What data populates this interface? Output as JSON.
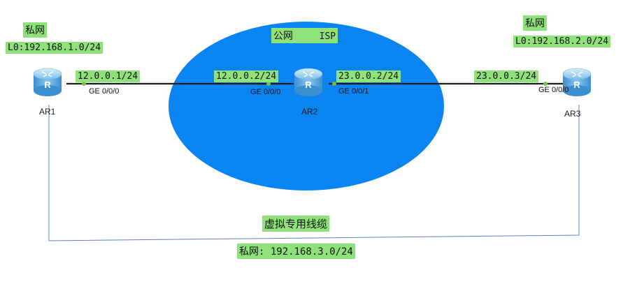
{
  "diagram": {
    "cloud_label_cn": "公网",
    "cloud_label_en": "ISP",
    "left_site": {
      "title": "私网",
      "loopback": "L0:192.168.1.0/24"
    },
    "right_site": {
      "title": "私网",
      "loopback": "L0:192.168.2.0/24"
    },
    "routers": [
      {
        "name": "AR1"
      },
      {
        "name": "AR2"
      },
      {
        "name": "AR3"
      }
    ],
    "links": [
      {
        "left_ip": "12.0.0.1/24",
        "left_port": "GE 0/0/0",
        "right_ip": "12.0.0.2/24",
        "right_port": "GE 0/0/0"
      },
      {
        "left_ip": "23.0.0.2/24",
        "left_port": "GE 0/0/1",
        "right_ip": "23.0.0.3/24",
        "right_port": "GE 0/0/0"
      }
    ],
    "virtual_line_label": "虚拟专用线缆",
    "virtual_network": "私网: 192.168.3.0/24"
  },
  "colors": {
    "cloud": "#0a84f0",
    "label_bg": "#8fe27a",
    "link_line": "#1a1a1a",
    "virtual_line": "#5b7fc4",
    "port_dot": "#6ec23f",
    "router_body": "#4a9fd8"
  }
}
